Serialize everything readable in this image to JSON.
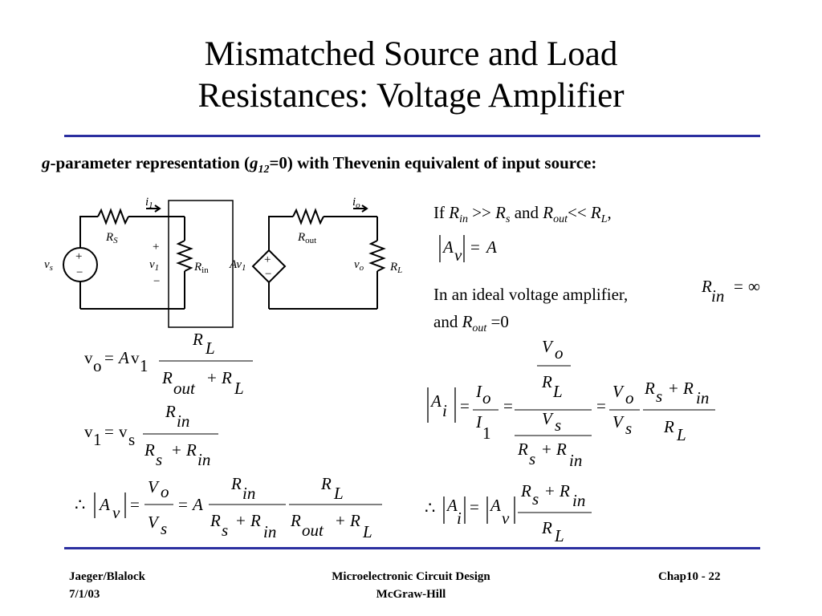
{
  "slide": {
    "title_line1": "Mismatched Source and Load",
    "title_line2": "Resistances: Voltage Amplifier",
    "subtitle": {
      "g": "g",
      "part1": "-parameter representation (",
      "g2": "g",
      "sub12": "12",
      "part2": "=0) with Thevenin equivalent of input source:"
    },
    "condition": {
      "if": "If ",
      "rin": "R",
      "rin_sub": "in",
      "gg": " >> ",
      "rs": "R",
      "rs_sub": "s",
      "and": " and ",
      "rout": "R",
      "rout_sub": "out",
      "ll": "<< ",
      "rl": "R",
      "rl_sub": "L",
      "comma": ","
    },
    "ideal_text": "In an ideal voltage amplifier,",
    "ideal_and": "and ",
    "ideal_rout": "R",
    "ideal_rout_sub": "out",
    "ideal_eq0": " =0"
  },
  "circuit": {
    "i1": "i",
    "i1_sub": "1",
    "io": "i",
    "io_sub": "o",
    "RS": "R",
    "RS_sub": "S",
    "Rin": "R",
    "Rin_sub": "in",
    "Rout": "R",
    "Rout_sub": "out",
    "RL": "R",
    "RL_sub": "L",
    "vs": "v",
    "vs_sub": "s",
    "v1": "v",
    "v1_sub": "1",
    "vo": "v",
    "vo_sub": "o",
    "Av1": "Av",
    "Av1_sub": "1",
    "plus": "+",
    "minus": "−"
  },
  "footer": {
    "author": "Jaeger/Blalock",
    "date": "7/1/03",
    "book": "Microelectronic Circuit Design",
    "publisher": "McGraw-Hill",
    "page": "Chap10 - 22"
  },
  "colors": {
    "rule": "#2b2fa0"
  }
}
